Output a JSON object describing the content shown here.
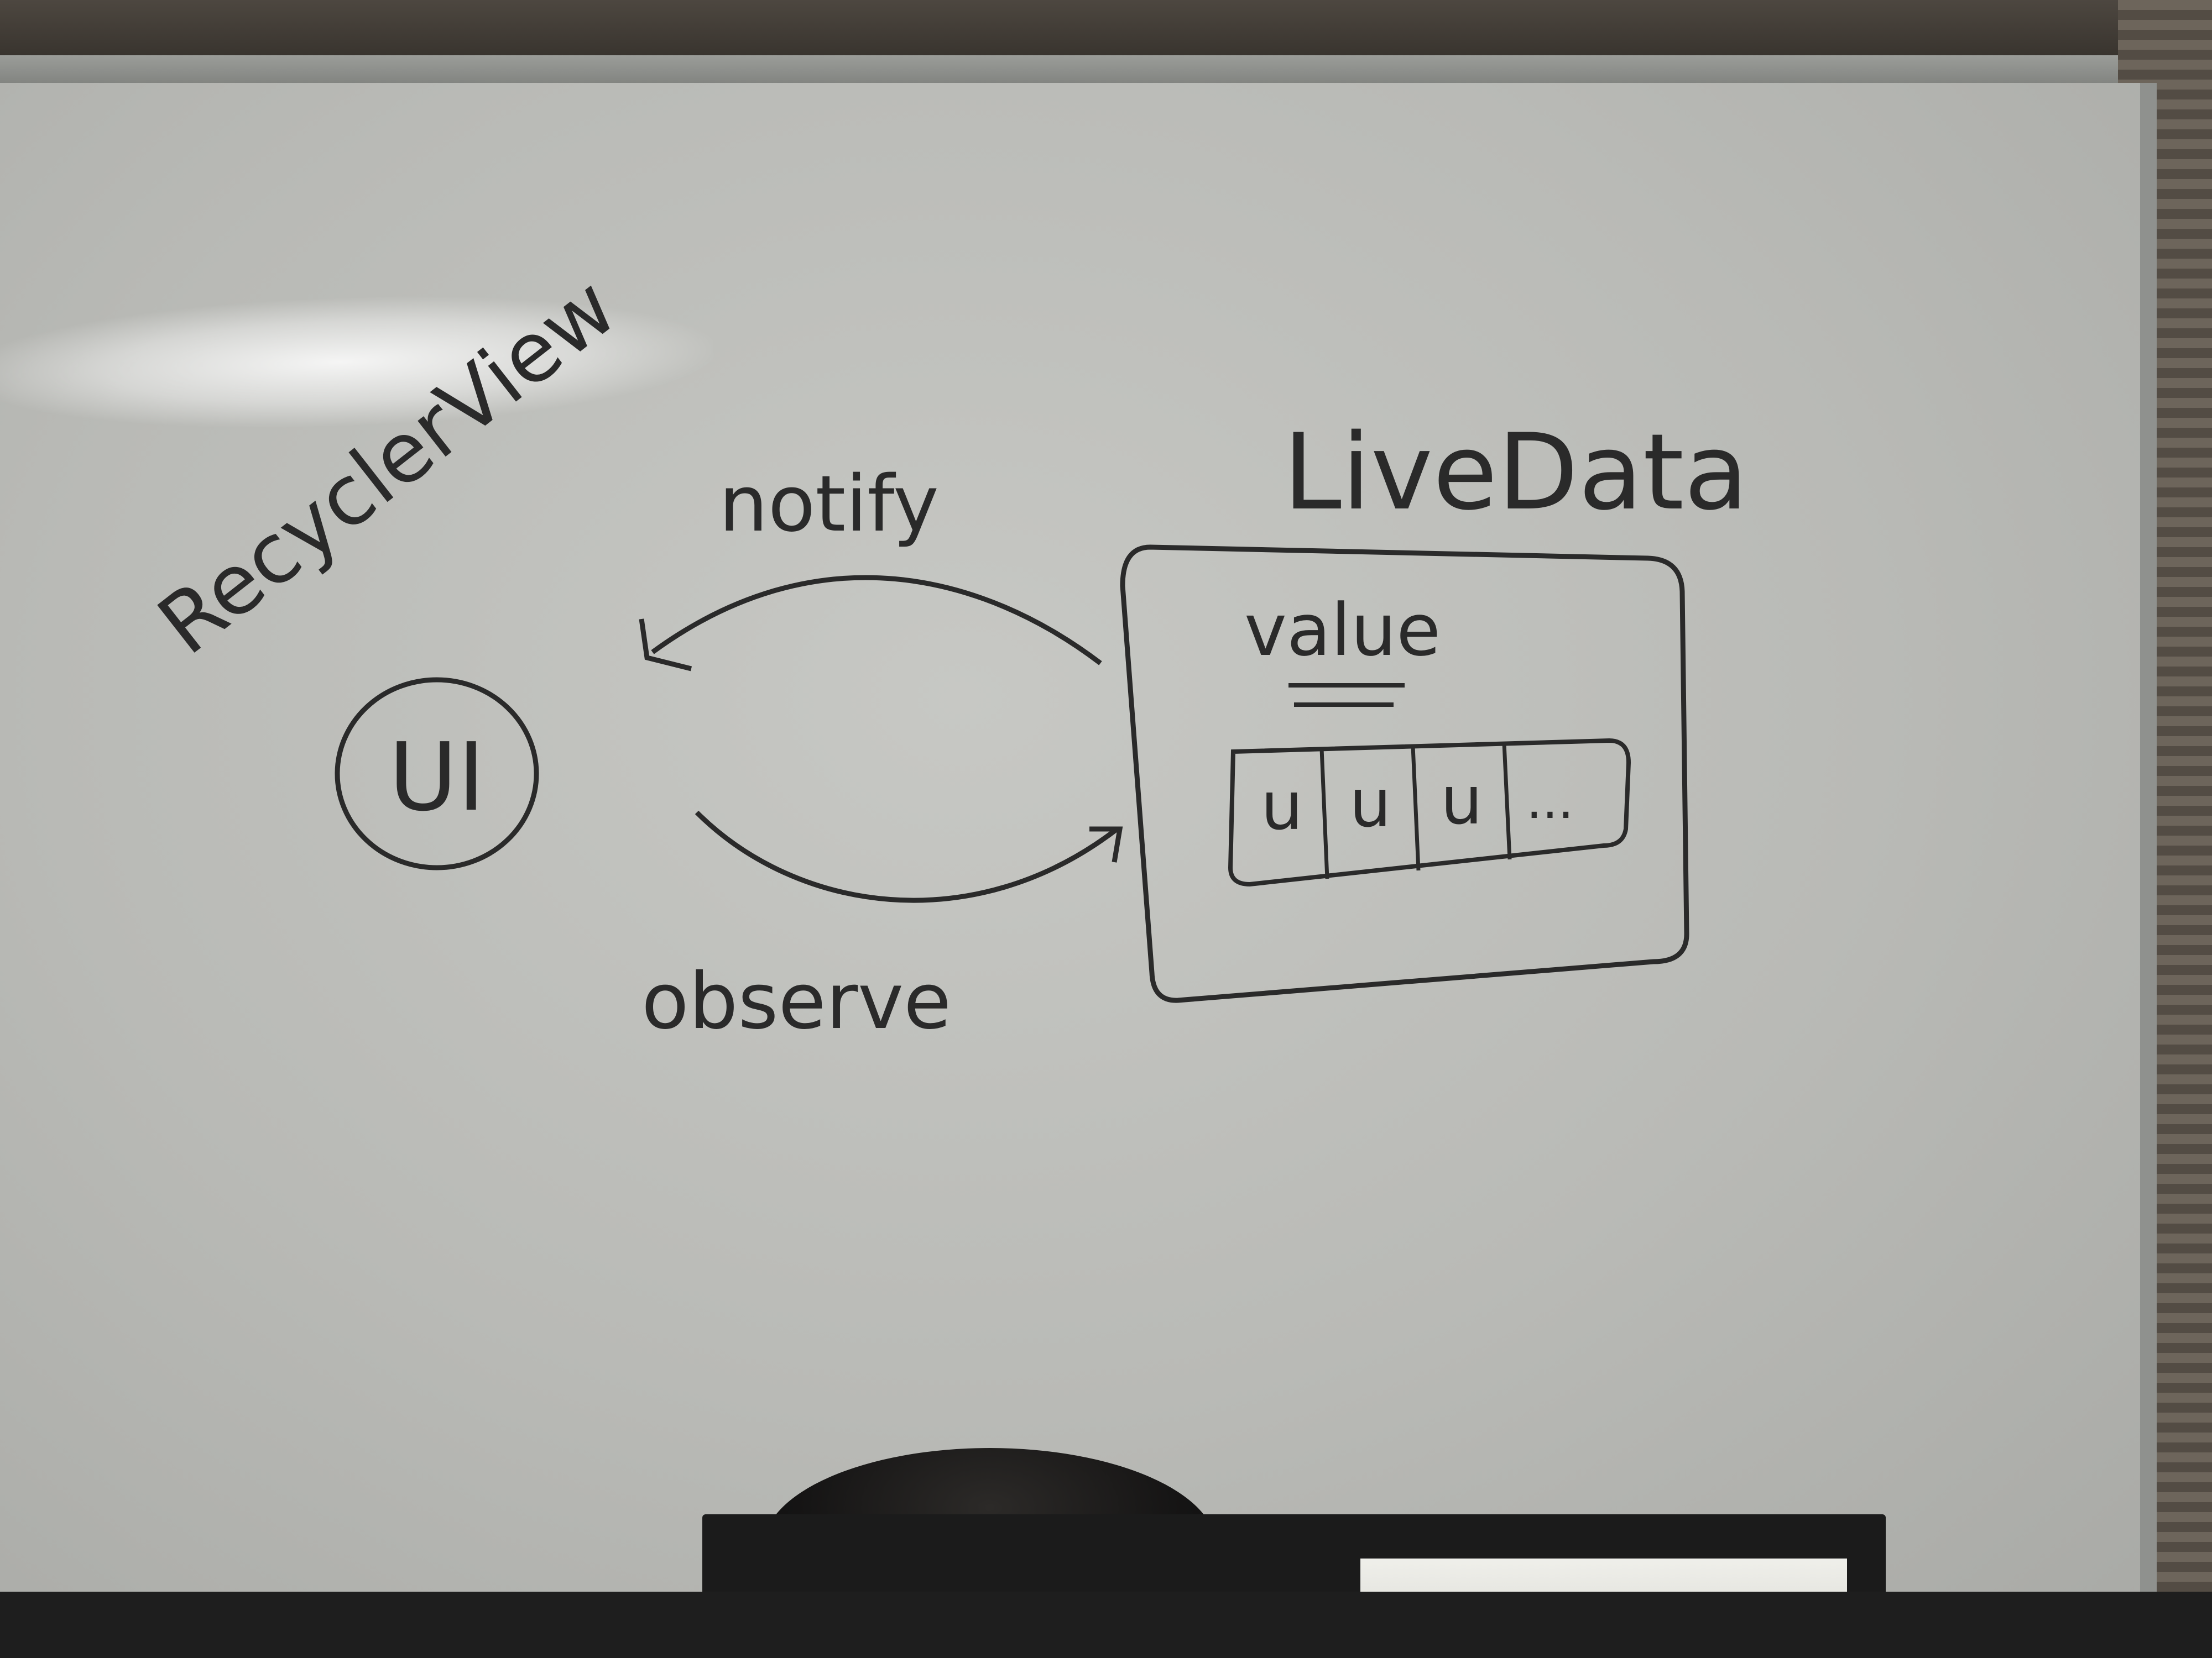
{
  "whiteboard": {
    "recyclerview_label": "RecyclerView",
    "ui_label": "UI",
    "notify_label": "notify",
    "observe_label": "observe",
    "livedata_label": "LiveData",
    "value_label": "value",
    "cell_labels": [
      "u",
      "u",
      "u",
      "..."
    ]
  }
}
